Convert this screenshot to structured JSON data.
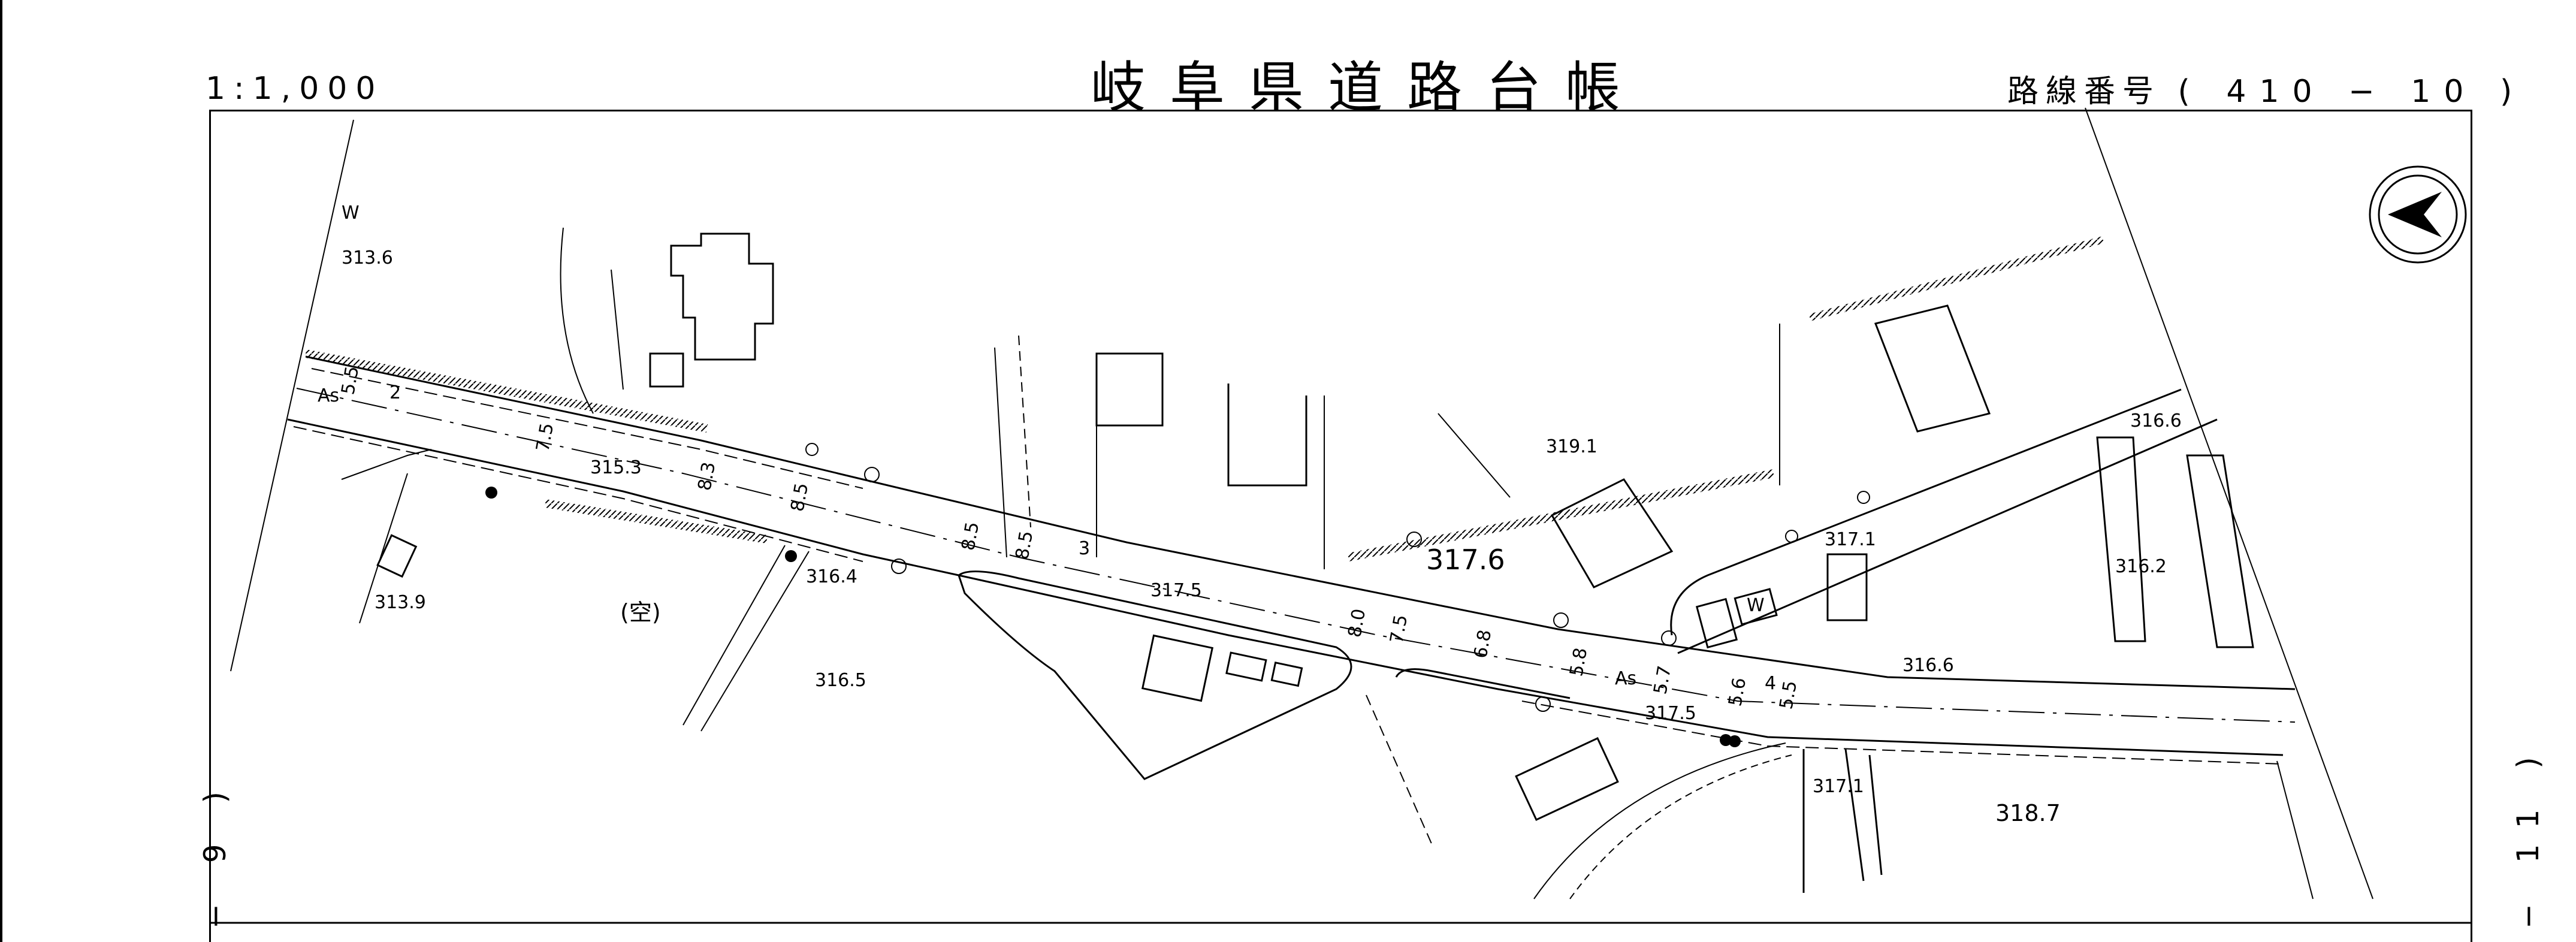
{
  "header": {
    "scale": "1:1,000",
    "title": "岐阜県道路台帳",
    "route_prefix": "路線番号",
    "route_number": "( 410 − 10 )"
  },
  "sheet": {
    "left_neighbor": "− 9 )",
    "right_neighbor": "− 11 )"
  },
  "north_arrow": {
    "icon": "north-arrow-icon",
    "points": "west"
  },
  "map": {
    "elevations": [
      "313.6",
      "315.3",
      "313.9",
      "316.4",
      "316.5",
      "317.5",
      "317.6",
      "319.1",
      "317.1",
      "316.6",
      "316.2",
      "316.6",
      "317.5",
      "317.1",
      "318.7"
    ],
    "road_widths": [
      "5.5",
      "2",
      "7.5",
      "8.3",
      "8.5",
      "8.5",
      "8.5",
      "3",
      "8.0",
      "7.5",
      "6.8",
      "5.8",
      "5.7",
      "5.6",
      "4",
      "5.5"
    ],
    "surface_labels": [
      "As",
      "As"
    ],
    "area_labels": [
      "(空)"
    ],
    "building_labels": [
      "W",
      "W"
    ]
  }
}
